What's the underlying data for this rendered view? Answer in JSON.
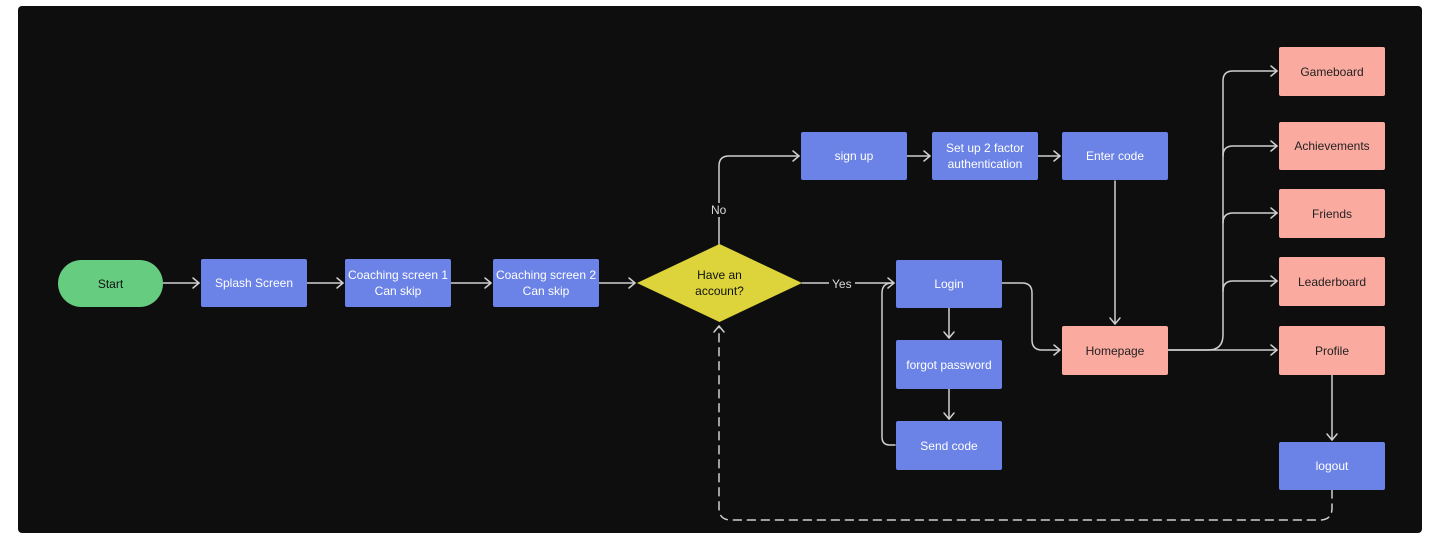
{
  "nodes": {
    "start": "Start",
    "splash": "Splash Screen",
    "coaching1": "Coaching screen 1\nCan skip",
    "coaching2": "Coaching screen 2\nCan skip",
    "decision": "Have an\naccount?",
    "signup": "sign up",
    "twofactor": "Set up 2 factor\nauthentication",
    "entercode": "Enter code",
    "login": "Login",
    "forgot": "forgot password",
    "sendcode": "Send code",
    "homepage": "Homepage",
    "gameboard": "Gameboard",
    "achievements": "Achievements",
    "friends": "Friends",
    "leaderboard": "Leaderboard",
    "profile": "Profile",
    "logout": "logout"
  },
  "edge_labels": {
    "no": "No",
    "yes": "Yes"
  },
  "colors": {
    "canvas": "#0e0e0f",
    "screen": "#6b82e6",
    "destination": "#fbaaa0",
    "start": "#66cc80",
    "decision": "#dcd43a",
    "connector": "#cfcfcf"
  }
}
